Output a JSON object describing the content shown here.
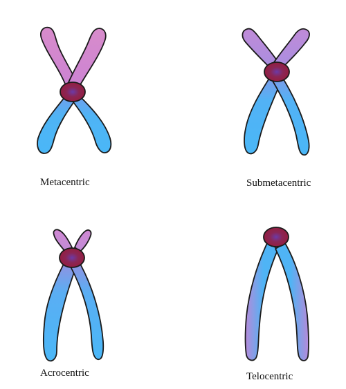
{
  "chromosomes": [
    {
      "label": "Metacentric",
      "colors": {
        "short_arm": "#d585c9",
        "long_arm": "#4fb4f5",
        "centromere": "#8e1f45"
      }
    },
    {
      "label": "Submetacentric",
      "colors": {
        "short_arm": "#b98ad9",
        "long_arm": "#4fb4f5",
        "centromere": "#8e1f45"
      }
    },
    {
      "label": "Acrocentric",
      "colors": {
        "short_arm": "#c98ad6",
        "long_arm": "#4fb4f5",
        "centromere": "#8e1f45"
      }
    },
    {
      "label": "Telocentric",
      "colors": {
        "short_arm": "#b58bd8",
        "long_arm": "#4fb4f5",
        "centromere": "#8e1f45"
      }
    }
  ]
}
